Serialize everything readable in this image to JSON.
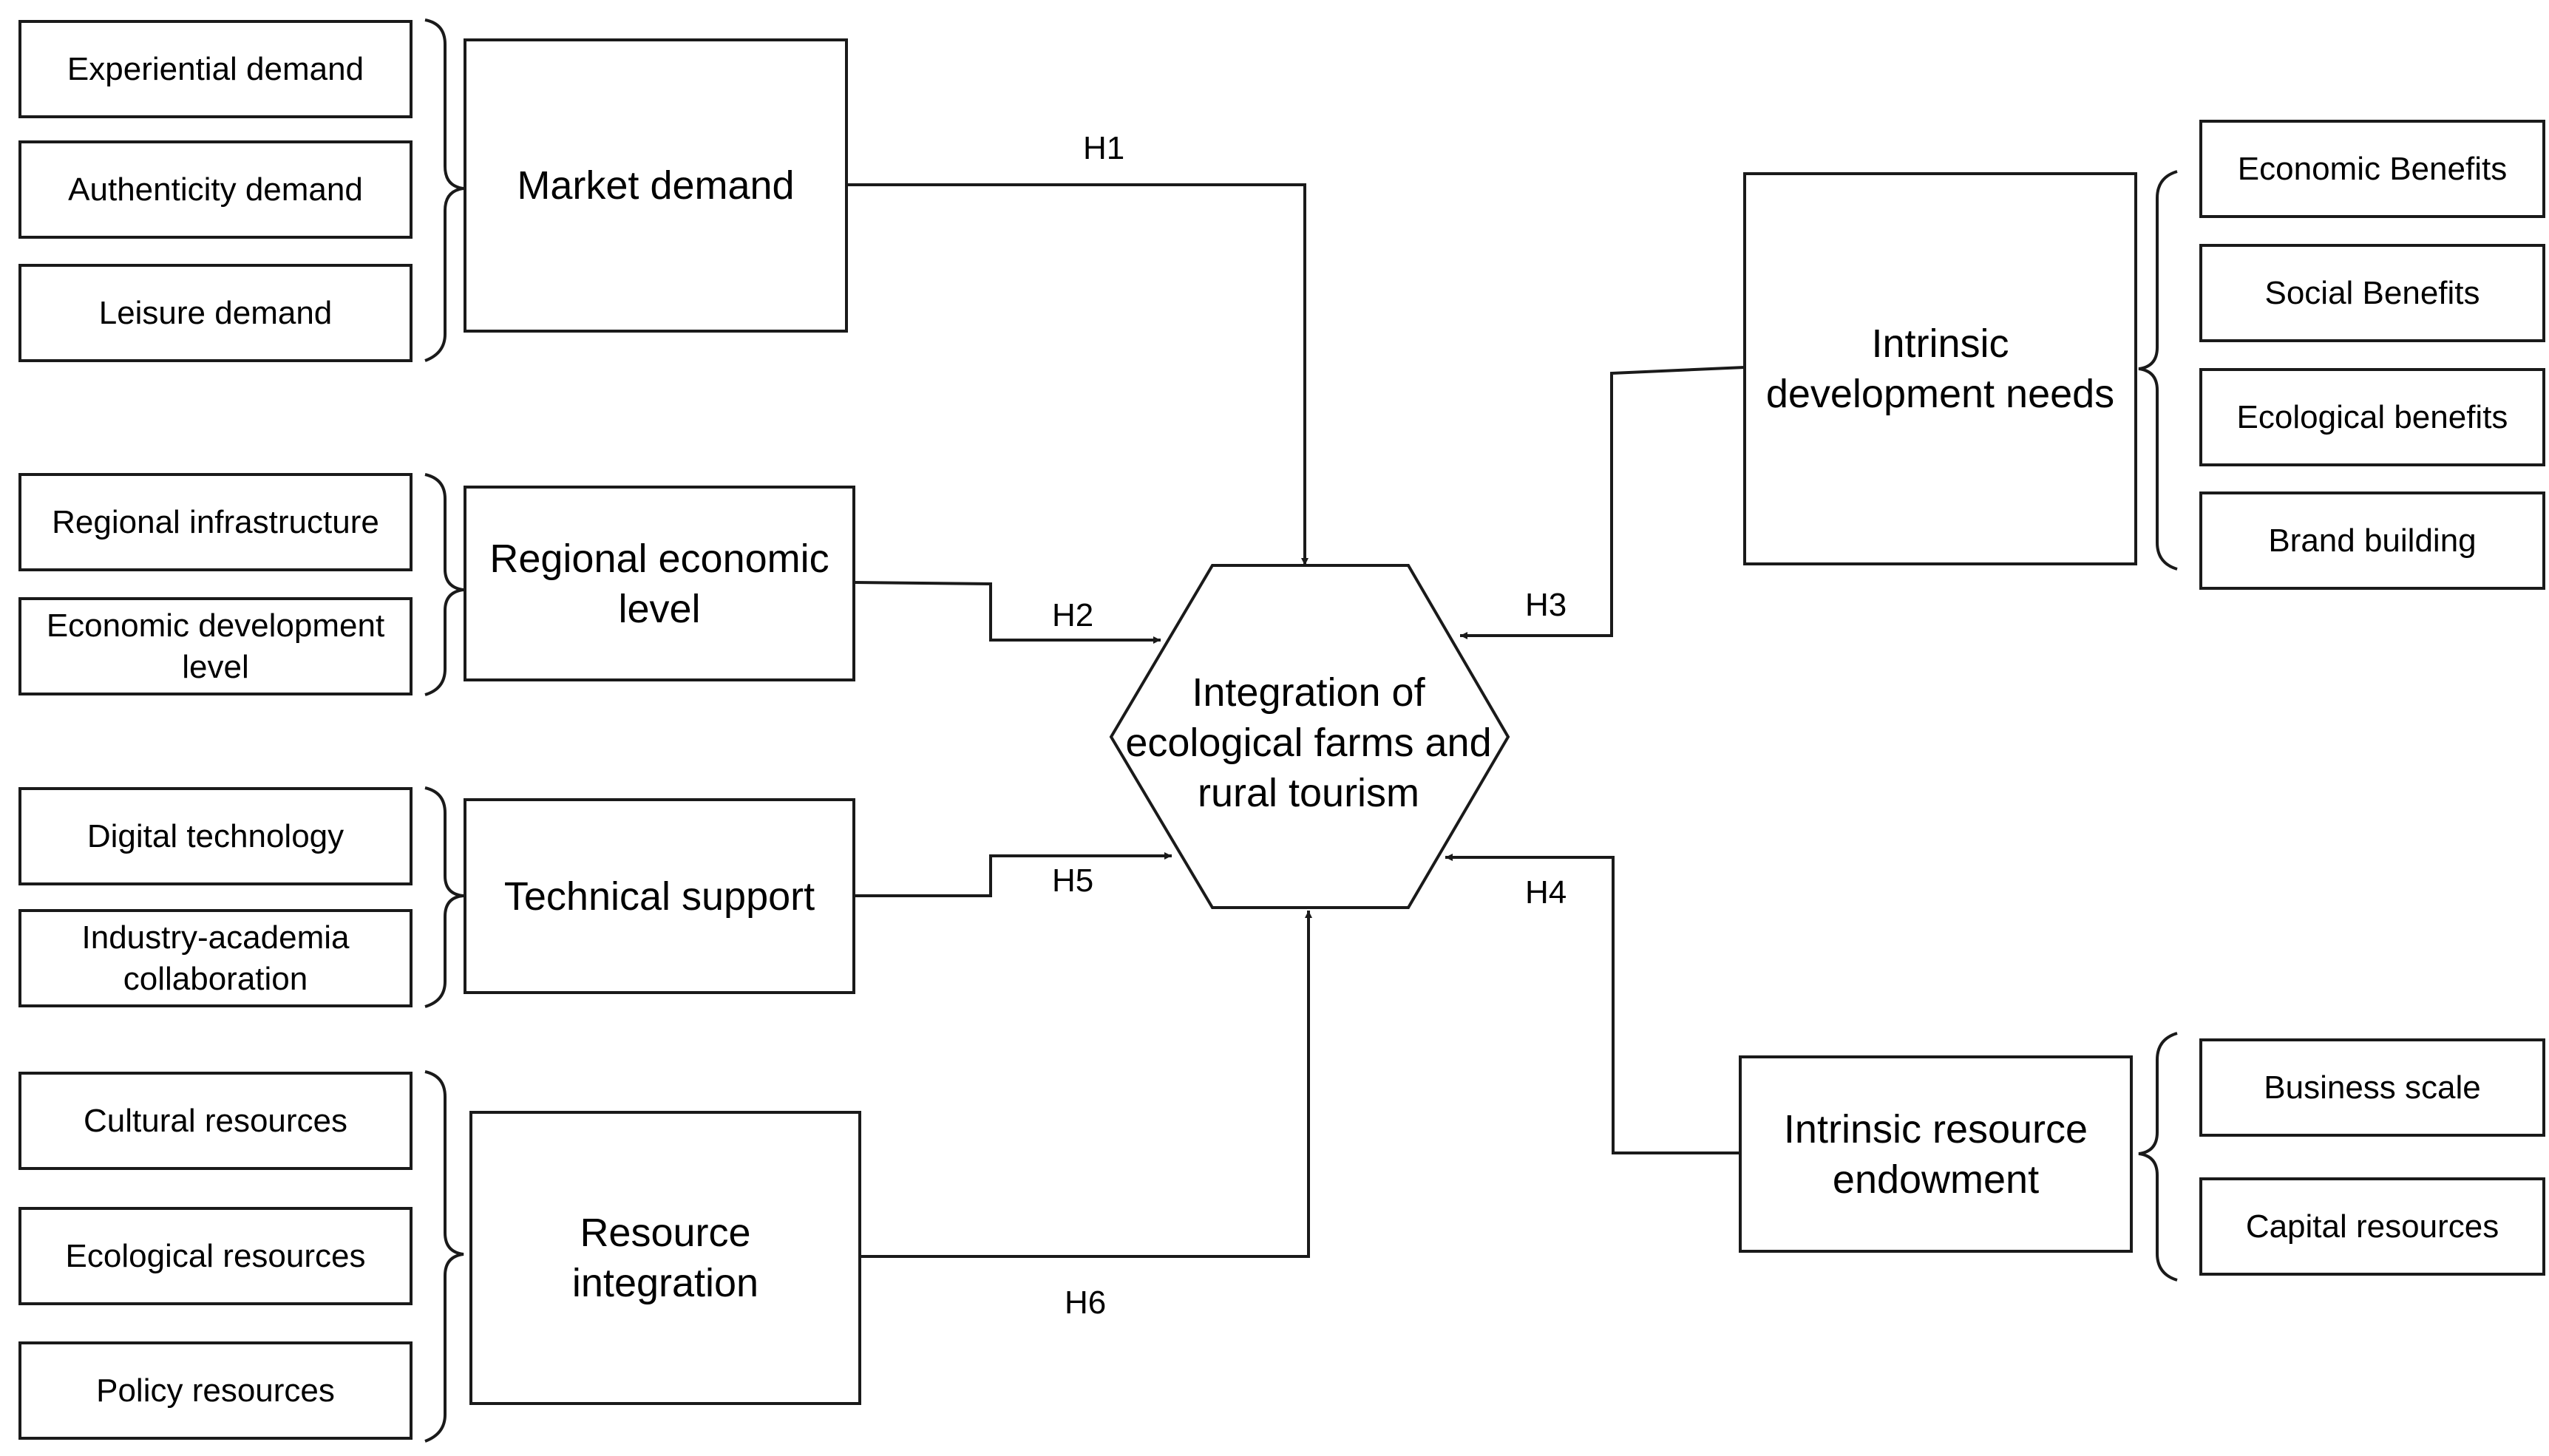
{
  "center": {
    "label": "Integration of ecological farms and rural tourism"
  },
  "factors": {
    "market_demand": {
      "label": "Market demand",
      "hypothesis": "H1",
      "indicators": [
        "Experiential demand",
        "Authenticity demand",
        "Leisure demand"
      ]
    },
    "regional_economic_level": {
      "label": "Regional economic level",
      "hypothesis": "H2",
      "indicators": [
        "Regional infrastructure",
        "Economic development level"
      ]
    },
    "technical_support": {
      "label": "Technical support",
      "hypothesis": "H5",
      "indicators": [
        "Digital technology",
        "Industry-academia collaboration"
      ]
    },
    "resource_integration": {
      "label": "Resource integration",
      "hypothesis": "H6",
      "indicators": [
        "Cultural resources",
        "Ecological resources",
        "Policy resources"
      ]
    },
    "intrinsic_development_needs": {
      "label": "Intrinsic development needs",
      "hypothesis": "H3",
      "indicators": [
        "Economic Benefits",
        "Social Benefits",
        "Ecological benefits",
        "Brand building"
      ]
    },
    "intrinsic_resource_endowment": {
      "label": "Intrinsic resource endowment",
      "hypothesis": "H4",
      "indicators": [
        "Business scale",
        "Capital resources"
      ]
    }
  }
}
